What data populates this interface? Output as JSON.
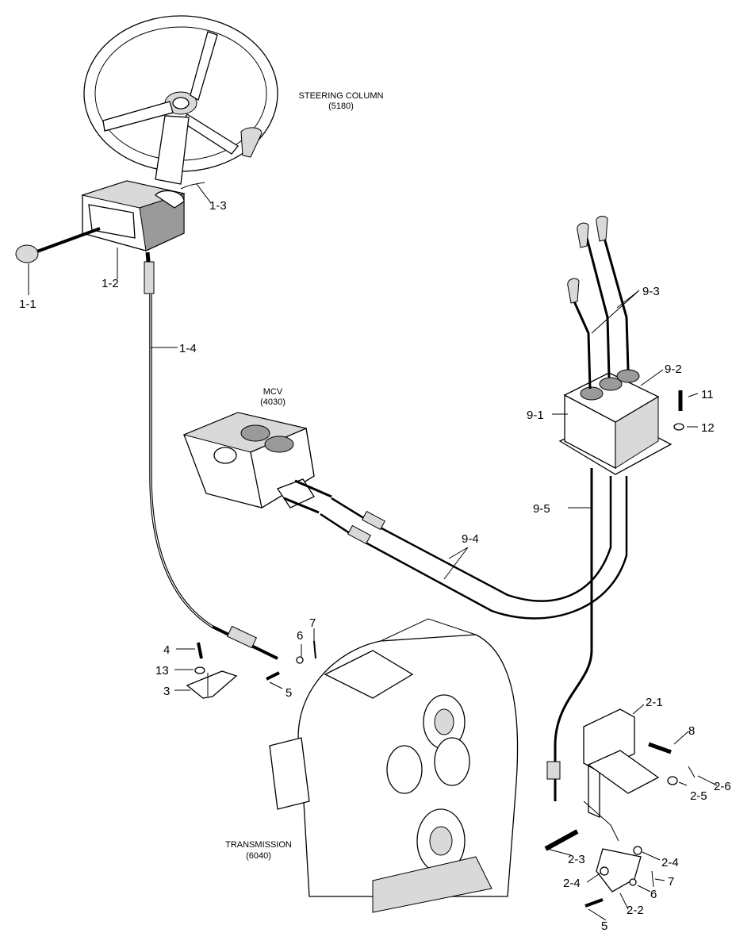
{
  "captions": {
    "steering_column": {
      "name": "STEERING COLUMN",
      "code": "(5180)"
    },
    "mcv": {
      "name": "MCV",
      "code": "(4030)"
    },
    "transmission": {
      "name": "TRANSMISSION",
      "code": "(6040)"
    }
  },
  "callouts": {
    "c_1_1": "1-1",
    "c_1_2": "1-2",
    "c_1_3": "1-3",
    "c_1_4": "1-4",
    "c_9_3": "9-3",
    "c_9_2": "9-2",
    "c_11": "11",
    "c_9_1": "9-1",
    "c_12": "12",
    "c_9_5": "9-5",
    "c_9_4": "9-4",
    "c_4": "4",
    "c_6a": "6",
    "c_7a": "7",
    "c_13": "13",
    "c_3": "3",
    "c_5a": "5",
    "c_2_1": "2-1",
    "c_8": "8",
    "c_2_6": "2-6",
    "c_2_5": "2-5",
    "c_2_4a": "2-4",
    "c_2_3": "2-3",
    "c_2_4b": "2-4",
    "c_7b": "7",
    "c_6b": "6",
    "c_2_2": "2-2",
    "c_5b": "5"
  }
}
